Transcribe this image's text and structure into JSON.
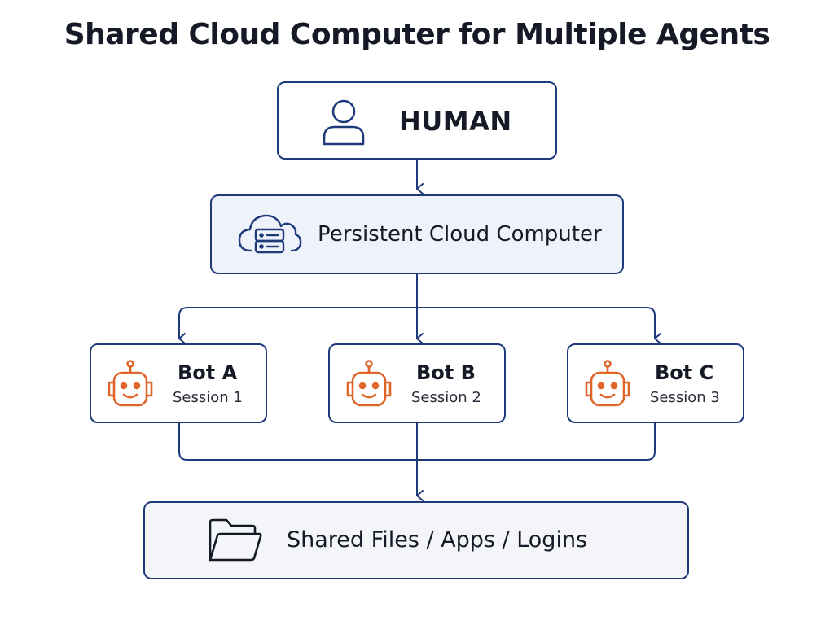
{
  "title": "Shared Cloud Computer for Multiple Agents",
  "human": {
    "label": "HUMAN",
    "icon": "person-icon"
  },
  "cloud_computer": {
    "label": "Persistent Cloud Computer",
    "icon": "cloud-server-icon"
  },
  "bots": [
    {
      "name": "Bot A",
      "session": "Session 1",
      "icon": "robot-icon"
    },
    {
      "name": "Bot B",
      "session": "Session 2",
      "icon": "robot-icon"
    },
    {
      "name": "Bot C",
      "session": "Session 3",
      "icon": "robot-icon"
    }
  ],
  "shared_resources": {
    "label": "Shared Files / Apps / Logins",
    "icon": "folder-icon"
  },
  "colors": {
    "border": "#1f3a7a",
    "connector": "#1f3a7a",
    "robot_accent": "#e0652b",
    "cloud_fill": "#eef2fa",
    "files_fill": "#f3f5f9"
  }
}
